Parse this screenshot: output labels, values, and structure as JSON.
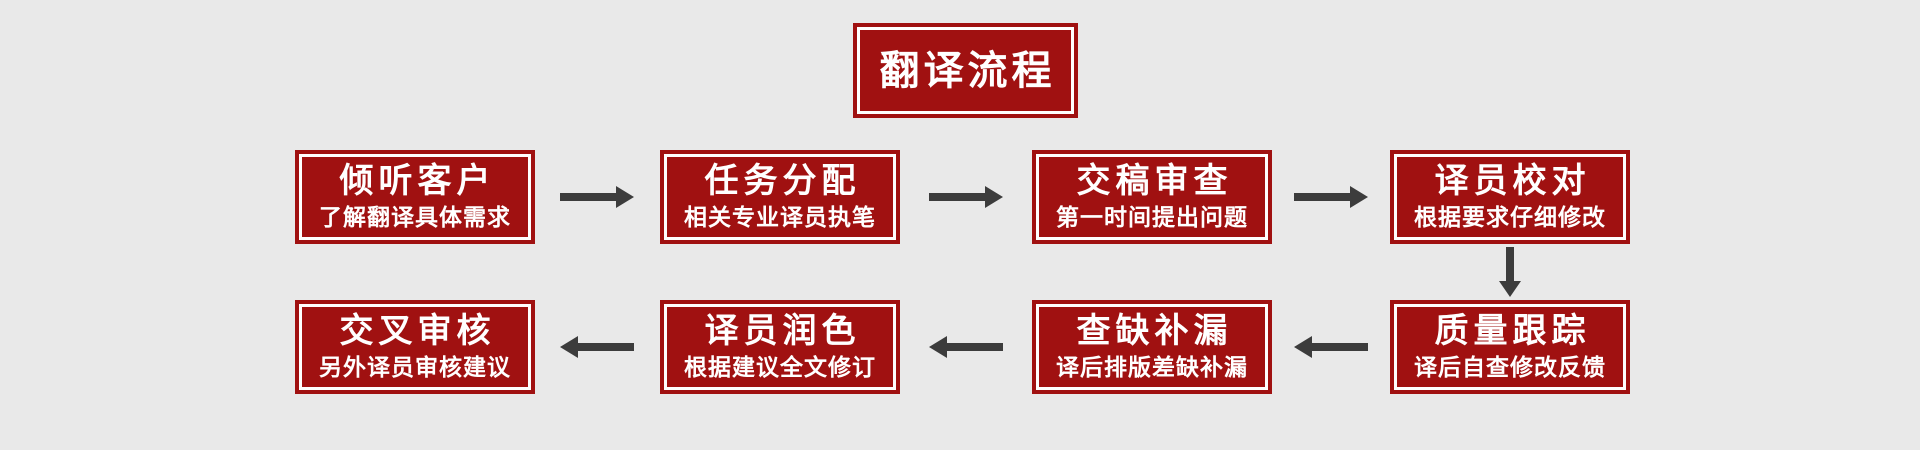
{
  "header": {
    "title": "翻译流程"
  },
  "colors": {
    "box_fill": "#A01111",
    "inner_stroke": "#FFFFFF",
    "text": "#FFFFFF",
    "arrow": "#3C3C3C",
    "background": "#E9E9E9"
  },
  "icons": {
    "flow_arrow_right": "→",
    "flow_arrow_left": "←",
    "flow_arrow_down": "↓"
  },
  "flow": {
    "row1": [
      {
        "title": "倾听客户",
        "subtitle": "了解翻译具体需求"
      },
      {
        "title": "任务分配",
        "subtitle": "相关专业译员执笔"
      },
      {
        "title": "交稿审查",
        "subtitle": "第一时间提出问题"
      },
      {
        "title": "译员校对",
        "subtitle": "根据要求仔细修改"
      }
    ],
    "row2": [
      {
        "title": "交叉审核",
        "subtitle": "另外译员审核建议"
      },
      {
        "title": "译员润色",
        "subtitle": "根据建议全文修订"
      },
      {
        "title": "查缺补漏",
        "subtitle": "译后排版差缺补漏"
      },
      {
        "title": "质量跟踪",
        "subtitle": "译后自查修改反馈"
      }
    ]
  }
}
